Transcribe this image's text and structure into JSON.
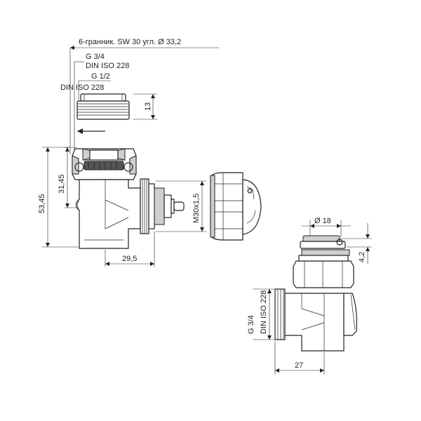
{
  "labels": {
    "hex_note": "6-гранник. SW 30 угл. Ø 33,2",
    "thread_g34": "G 3/4",
    "din_iso_1": "DIN ISO 228",
    "thread_g12": "G 1/2",
    "din_iso_2": "DIN ISO 228",
    "dim_13": "13",
    "dim_3145": "31,45",
    "dim_5345": "53,45",
    "dim_295": "29,5",
    "thread_m30": "M30x1,5",
    "dim_d18": "Ø 18",
    "dim_42": "4,2",
    "right_thread_g34": "G 3/4",
    "right_din_iso": "DIN ISO 228",
    "dim_27": "27"
  },
  "colors": {
    "line": "#222222",
    "fill_grey": "#cfcfcf",
    "fill_dark": "#555555"
  }
}
